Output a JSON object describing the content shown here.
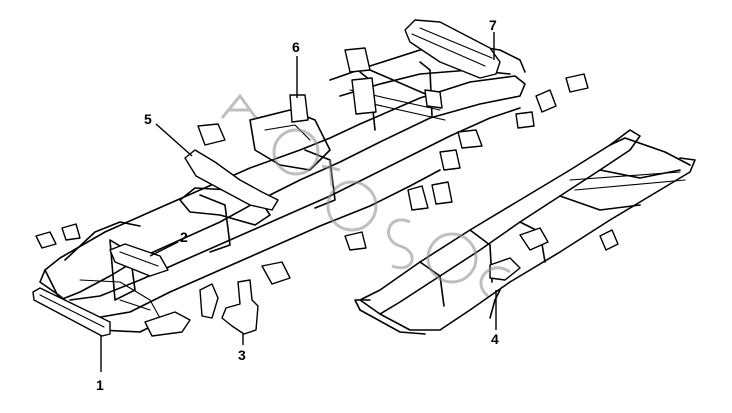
{
  "callouts": [
    {
      "id": "1",
      "label": "1"
    },
    {
      "id": "2",
      "label": "2"
    },
    {
      "id": "3",
      "label": "3"
    },
    {
      "id": "4",
      "label": "4"
    },
    {
      "id": "5",
      "label": "5"
    },
    {
      "id": "6",
      "label": "6"
    },
    {
      "id": "7",
      "label": "7"
    }
  ],
  "colors": {
    "line": "#000000",
    "background": "#ffffff",
    "watermark": "#8a8a8a"
  }
}
